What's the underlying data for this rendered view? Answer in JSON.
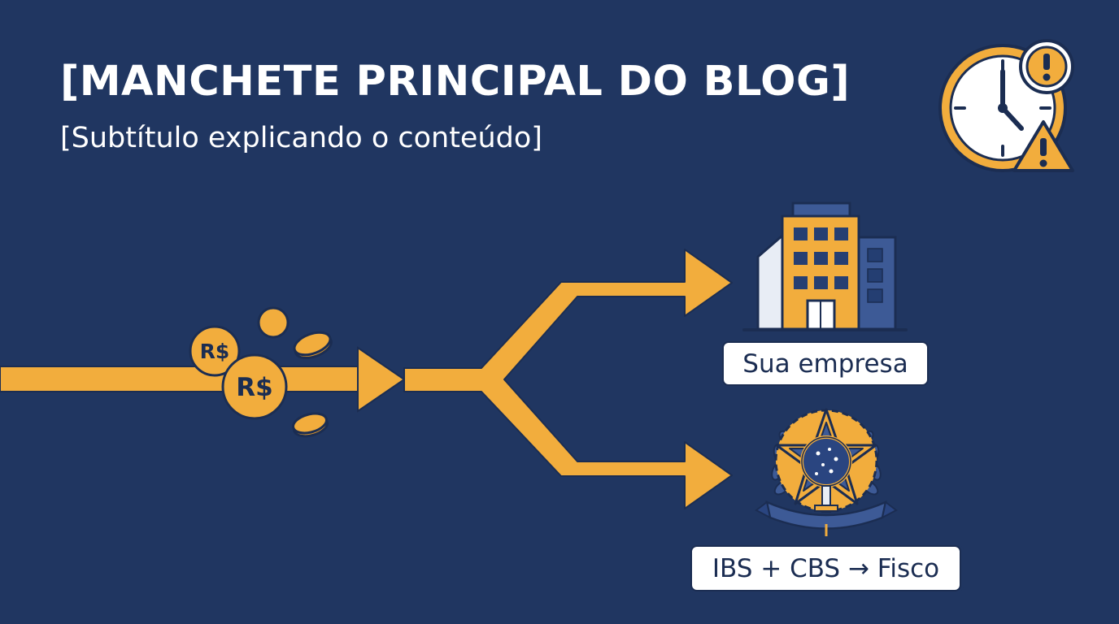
{
  "header": {
    "headline": "[MANCHETE PRINCIPAL DO BLOG]",
    "subtitle": "[Subtítulo explicando o conteúdo]"
  },
  "coins": {
    "symbol": "R$"
  },
  "flow": {
    "company_label": "Sua empresa",
    "tax_label": "IBS + CBS → Fisco"
  },
  "icons": {
    "deadline": "clock-alert-icon",
    "company": "office-building-icon",
    "government": "brazil-coat-of-arms-icon",
    "money": "coins-icon"
  },
  "colors": {
    "background": "#203661",
    "accent": "#f2ad3d",
    "outline": "#1b2d52",
    "text": "#ffffff"
  }
}
